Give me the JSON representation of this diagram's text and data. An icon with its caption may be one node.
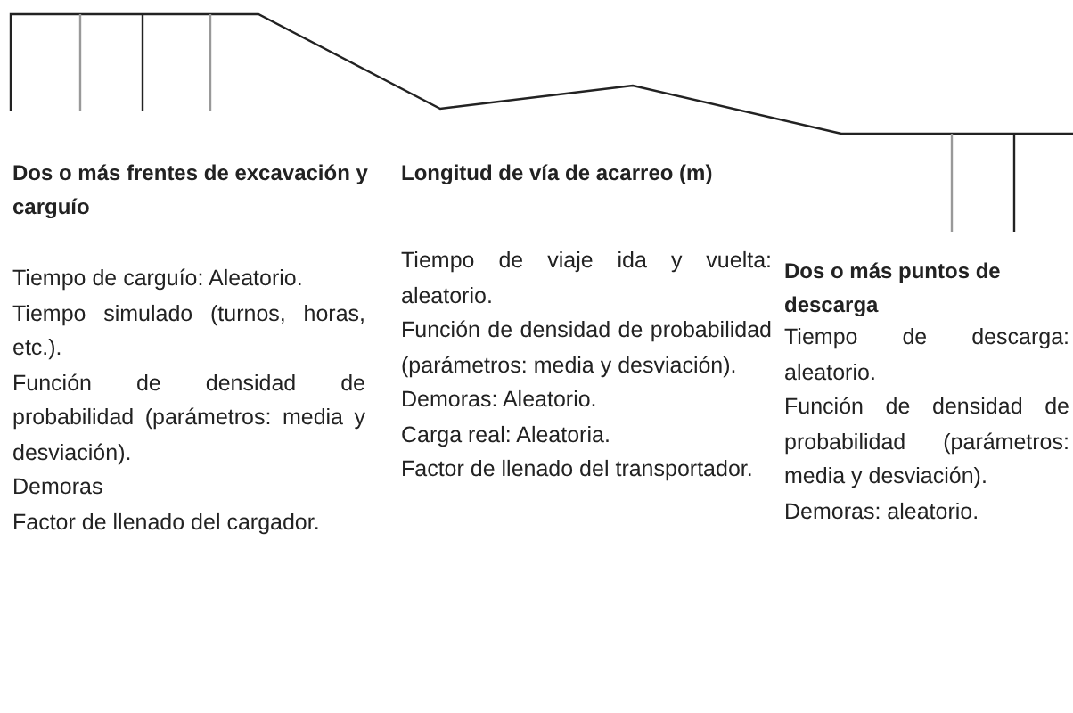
{
  "diagram": {
    "labels": [
      "Dos o más frentes de excavación y carguío",
      "Longitud de vía de acarreo (m)",
      "Dos o más puntos de descarga",
      "Tiempo de carguío: Aleatorio.",
      "Tiempo simulado (turnos, horas, etc.).",
      "Función de densidad de probabilidad (parámetros: media y desviación).",
      "Demoras",
      "Factor de llenado del cargador.",
      "Tiempo de viaje ida y vuelta: aleatorio.",
      "Función de densidad de probabilidad (parámetros: media y desviación).",
      "Demoras: Aleatorio.",
      "Carga real: Aleatoria.",
      "Factor de llenado del transportador.",
      "Tiempo de descarga: aleatorio.",
      "Función de densidad de probabilidad (parámetros: media y desviación).",
      "Demoras: aleatorio."
    ]
  }
}
